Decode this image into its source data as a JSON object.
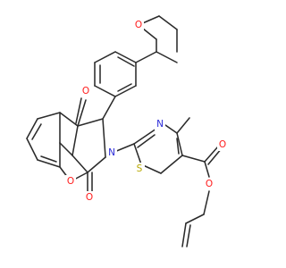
{
  "colors": {
    "bond": "#2b2b2b",
    "oxygen": "#ff1a1a",
    "nitrogen": "#2a2ad8",
    "sulfur": "#b8a800",
    "background": "#ffffff"
  },
  "atoms": {
    "o_ether": {
      "label": "O",
      "element": "oxygen"
    },
    "o_ketone_top": {
      "label": "O",
      "element": "oxygen"
    },
    "o_ring": {
      "label": "O",
      "element": "oxygen"
    },
    "o_ketone_bottom": {
      "label": "O",
      "element": "oxygen"
    },
    "n_pyrrole": {
      "label": "N",
      "element": "nitrogen"
    },
    "n_thiazole": {
      "label": "N",
      "element": "nitrogen"
    },
    "s_thiazole": {
      "label": "S",
      "element": "sulfur"
    },
    "o_ester_carbonyl": {
      "label": "O",
      "element": "oxygen"
    },
    "o_ester": {
      "label": "O",
      "element": "oxygen"
    }
  }
}
